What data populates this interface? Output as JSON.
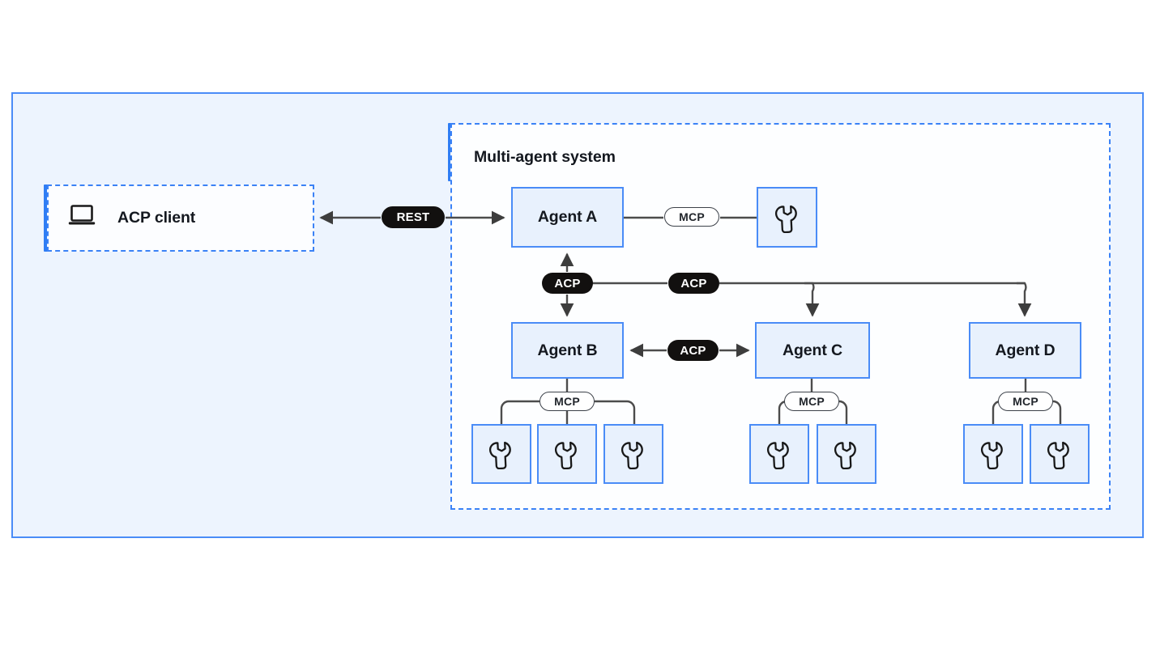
{
  "diagram": {
    "outer_panel": {
      "name": "diagram-canvas",
      "fill": "#edf4fe",
      "border": "#4a8cf7"
    },
    "client_group": {
      "label": "ACP client",
      "icon": "laptop-icon",
      "border_style": "dashed",
      "accent_color": "#2f7df4"
    },
    "system_group": {
      "label": "Multi-agent system",
      "border_style": "dashed",
      "accent_color": "#2f7df4"
    },
    "agents": [
      {
        "id": "agent-a",
        "label": "Agent A",
        "tool_count": 1
      },
      {
        "id": "agent-b",
        "label": "Agent B",
        "tool_count": 3
      },
      {
        "id": "agent-c",
        "label": "Agent C",
        "tool_count": 2
      },
      {
        "id": "agent-d",
        "label": "Agent D",
        "tool_count": 2
      }
    ],
    "tools": [
      {
        "id": "tool-a1",
        "icon": "wrench-icon",
        "owner": "agent-a"
      },
      {
        "id": "tool-b1",
        "icon": "wrench-icon",
        "owner": "agent-b"
      },
      {
        "id": "tool-b2",
        "icon": "wrench-icon",
        "owner": "agent-b"
      },
      {
        "id": "tool-b3",
        "icon": "wrench-icon",
        "owner": "agent-b"
      },
      {
        "id": "tool-c1",
        "icon": "wrench-icon",
        "owner": "agent-c"
      },
      {
        "id": "tool-c2",
        "icon": "wrench-icon",
        "owner": "agent-c"
      },
      {
        "id": "tool-d1",
        "icon": "wrench-icon",
        "owner": "agent-d"
      },
      {
        "id": "tool-d2",
        "icon": "wrench-icon",
        "owner": "agent-d"
      }
    ],
    "badges": {
      "rest": "REST",
      "acp_a_b": "ACP",
      "acp_a_c": "ACP",
      "acp_b_c": "ACP",
      "mcp_a": "MCP",
      "mcp_b": "MCP",
      "mcp_c": "MCP",
      "mcp_d": "MCP"
    },
    "connections": [
      {
        "from": "acp-client",
        "to": "agent-a",
        "protocol": "REST",
        "direction": "bidirectional"
      },
      {
        "from": "agent-a",
        "to": "agent-b",
        "protocol": "ACP",
        "direction": "bidirectional"
      },
      {
        "from": "agent-a",
        "to": "agent-c",
        "protocol": "ACP",
        "direction": "to"
      },
      {
        "from": "agent-a",
        "to": "agent-d",
        "protocol": "ACP",
        "direction": "to"
      },
      {
        "from": "agent-b",
        "to": "agent-c",
        "protocol": "ACP",
        "direction": "bidirectional"
      },
      {
        "from": "agent-a",
        "to": "tool-a1",
        "protocol": "MCP",
        "direction": "none"
      },
      {
        "from": "agent-b",
        "to": "tool-b1",
        "protocol": "MCP",
        "direction": "none"
      },
      {
        "from": "agent-b",
        "to": "tool-b2",
        "protocol": "MCP",
        "direction": "none"
      },
      {
        "from": "agent-b",
        "to": "tool-b3",
        "protocol": "MCP",
        "direction": "none"
      },
      {
        "from": "agent-c",
        "to": "tool-c1",
        "protocol": "MCP",
        "direction": "none"
      },
      {
        "from": "agent-c",
        "to": "tool-c2",
        "protocol": "MCP",
        "direction": "none"
      },
      {
        "from": "agent-d",
        "to": "tool-d1",
        "protocol": "MCP",
        "direction": "none"
      },
      {
        "from": "agent-d",
        "to": "tool-d2",
        "protocol": "MCP",
        "direction": "none"
      }
    ],
    "colors": {
      "panel_fill": "#edf4fe",
      "panel_border": "#4a8cf7",
      "box_fill": "#e8f1fd",
      "box_border": "#4a8cf7",
      "accent": "#2f7df4",
      "badge_dark": "#12100f",
      "badge_light": "#ffffff",
      "line": "#4c4c4c",
      "text": "#14181f"
    }
  }
}
